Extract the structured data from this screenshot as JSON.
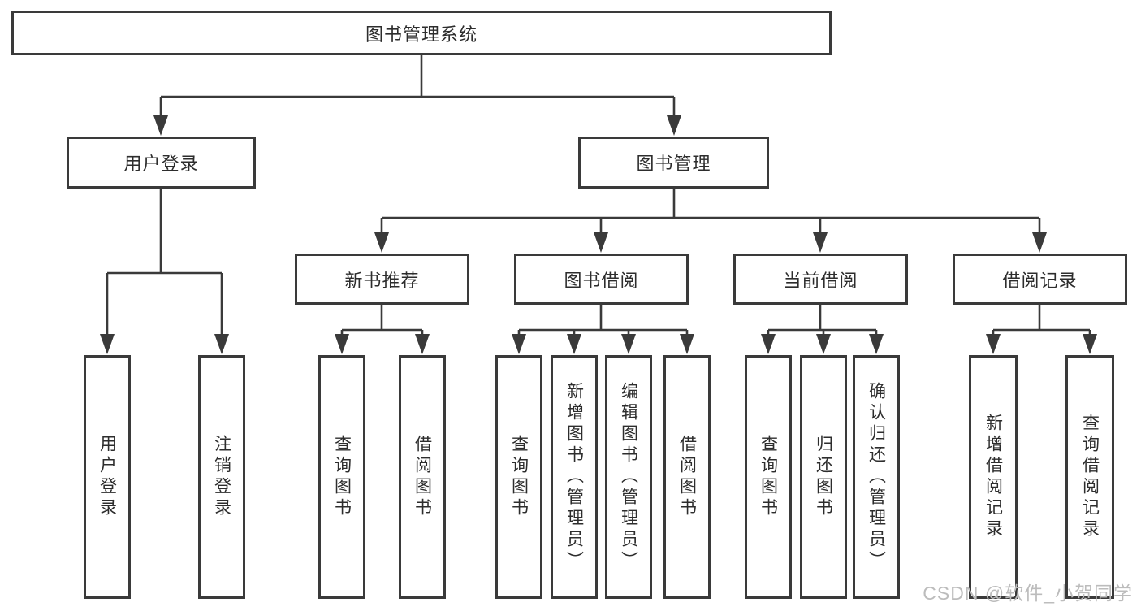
{
  "diagram": {
    "title": "图书管理系统",
    "root": {
      "label": "图书管理系统"
    },
    "level1": [
      {
        "id": "user-login",
        "label": "用户登录"
      },
      {
        "id": "book-management",
        "label": "图书管理"
      }
    ],
    "level2": [
      {
        "id": "new-book-recommend",
        "label": "新书推荐"
      },
      {
        "id": "book-borrow",
        "label": "图书借阅"
      },
      {
        "id": "current-borrow",
        "label": "当前借阅"
      },
      {
        "id": "borrow-record",
        "label": "借阅记录"
      }
    ],
    "leaves": {
      "user_login": [
        {
          "label": "用户登录"
        },
        {
          "label": "注销登录"
        }
      ],
      "new_book": [
        {
          "label": "查询图书"
        },
        {
          "label": "借阅图书"
        }
      ],
      "book_borrow": [
        {
          "label": "查询图书"
        },
        {
          "label": "新增图书（管理员）"
        },
        {
          "label": "编辑图书（管理员）"
        },
        {
          "label": "借阅图书"
        }
      ],
      "current_borrow": [
        {
          "label": "查询图书"
        },
        {
          "label": "归还图书"
        },
        {
          "label": "确认归还（管理员）"
        }
      ],
      "borrow_record": [
        {
          "label": "新增借阅记录"
        },
        {
          "label": "查询借阅记录"
        }
      ]
    }
  },
  "watermark": {
    "text": "CSDN @软件_小贺同学"
  },
  "colors": {
    "background": "#ffffff",
    "line": "#3a3a3a",
    "box_border": "#3a3a3a",
    "text": "#2d2d2d",
    "watermark": "#bcbcbc"
  }
}
